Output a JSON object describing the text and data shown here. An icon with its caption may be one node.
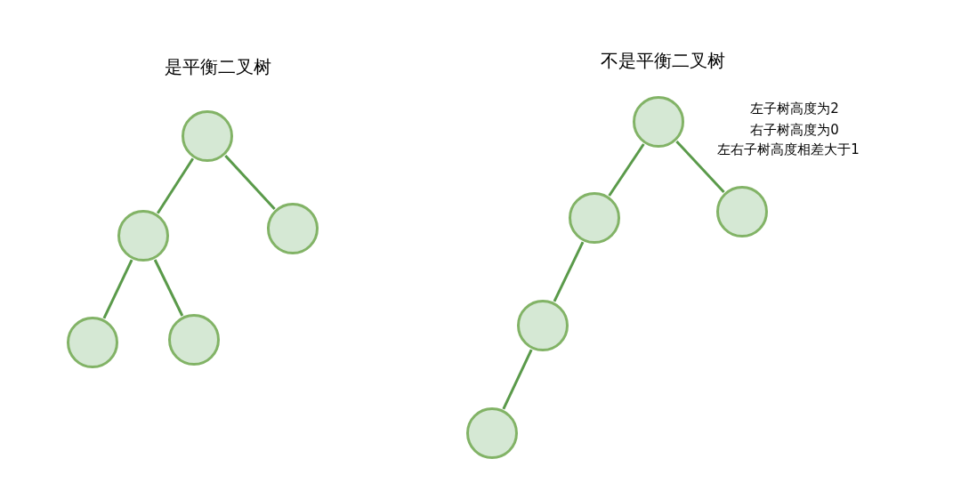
{
  "diagram": {
    "nodes": [
      {
        "text": [],
        "shape": "circle"
      },
      {
        "text": [],
        "shape": "circle"
      },
      {
        "text": [],
        "shape": "circle"
      },
      {
        "text": [],
        "shape": "circle"
      },
      {
        "text": [],
        "shape": "circle"
      },
      {
        "text": [],
        "shape": "circle"
      },
      {
        "text": [],
        "shape": "circle"
      },
      {
        "text": [],
        "shape": "circle"
      },
      {
        "text": [],
        "shape": "circle"
      },
      {
        "text": [],
        "shape": "circle"
      }
    ],
    "edges": [
      {
        "from": 0,
        "to": 1,
        "arrow": "none"
      },
      {
        "from": 0,
        "to": 2,
        "arrow": "none"
      },
      {
        "from": 1,
        "to": 3,
        "arrow": "none"
      },
      {
        "from": 1,
        "to": 4,
        "arrow": "none"
      },
      {
        "from": 5,
        "to": 6,
        "arrow": "none"
      },
      {
        "from": 5,
        "to": 7,
        "arrow": "none"
      },
      {
        "from": 6,
        "to": 8,
        "arrow": "none"
      },
      {
        "from": 8,
        "to": 9,
        "arrow": "none"
      }
    ],
    "labels": [
      "是平衡二叉树",
      "不是平衡二叉树",
      "左子树高度为2",
      "右子树高度为0",
      "左右子树高度相差大于1"
    ]
  }
}
